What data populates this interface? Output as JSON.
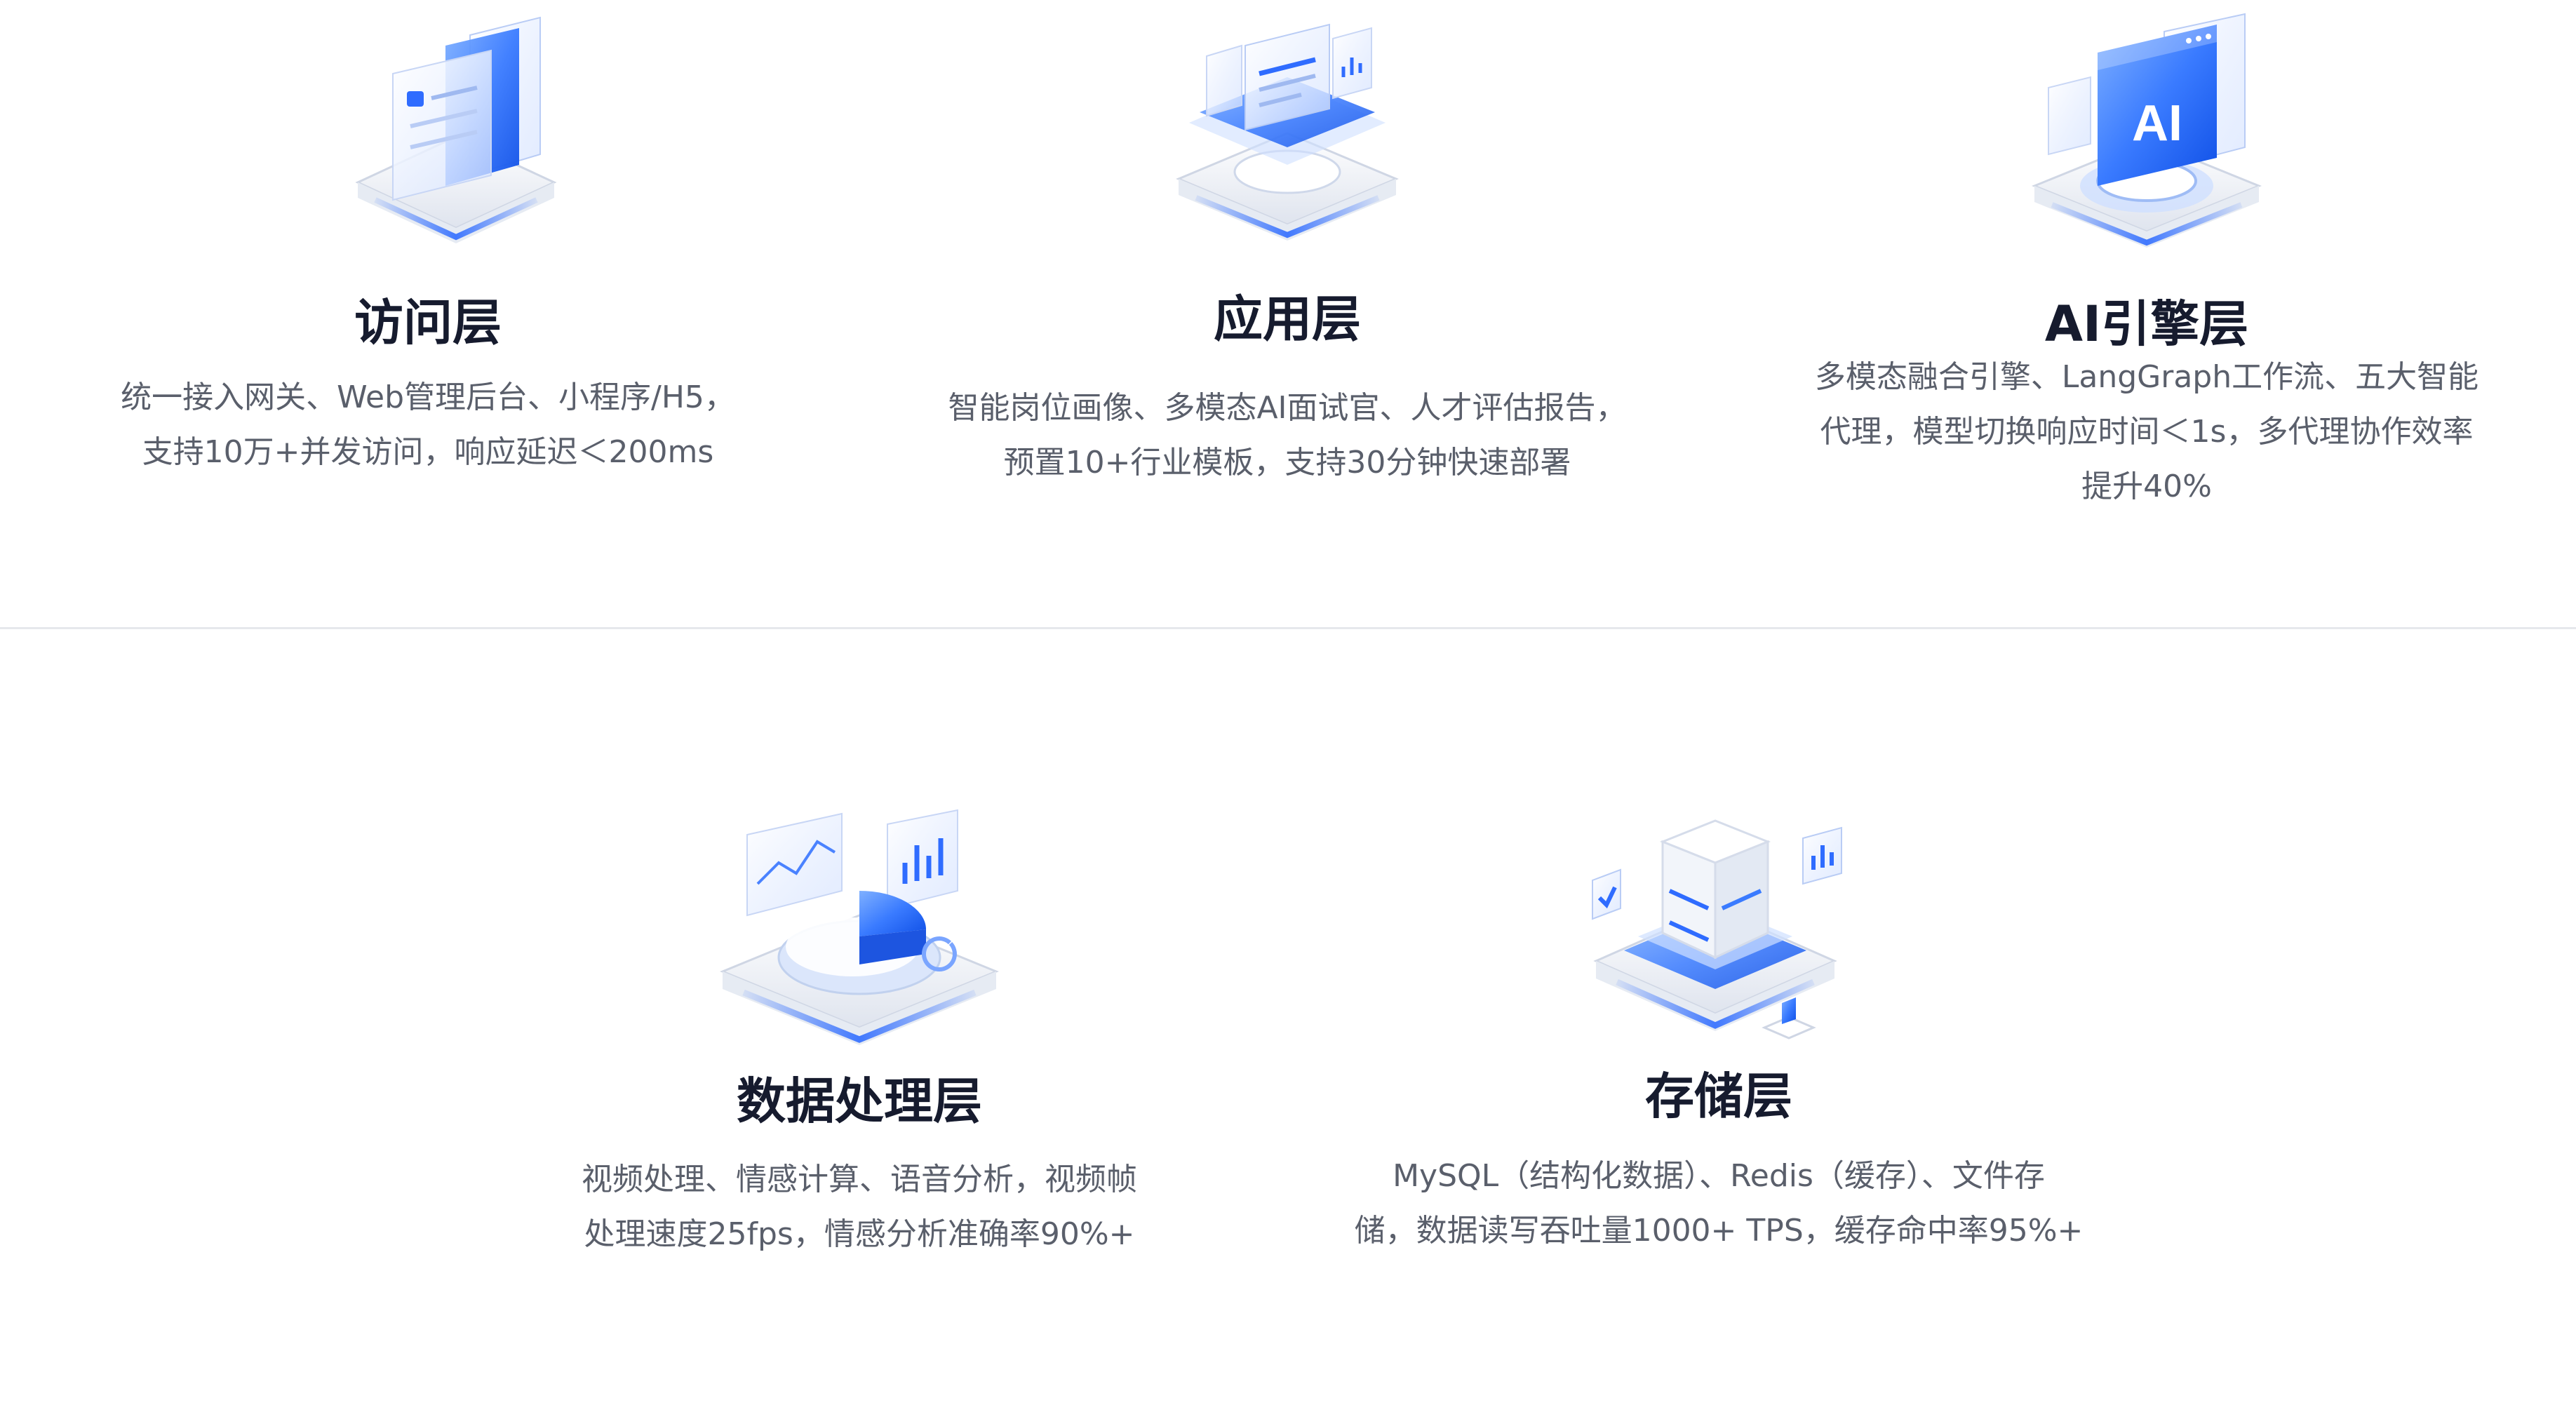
{
  "layers": [
    {
      "title": "访问层",
      "desc_lines": [
        "统一接入网关、Web管理后台、小程序/H5，",
        "支持10万+并发访问，响应延迟＜200ms"
      ],
      "icon": "layered-screens-icon"
    },
    {
      "title": "应用层",
      "desc_lines": [
        "智能岗位画像、多模态AI面试官、人才评估报告，",
        "预置10+行业模板，支持30分钟快速部署"
      ],
      "icon": "app-cards-icon"
    },
    {
      "title": "AI引擎层",
      "desc_lines": [
        "多模态融合引擎、LangGraph工作流、五大智能",
        "代理，模型切换响应时间＜1s，多代理协作效率",
        "提升40%"
      ],
      "icon": "ai-chip-icon",
      "icon_text": "AI"
    },
    {
      "title": "数据处理层",
      "desc_lines": [
        "视频处理、情感计算、语音分析，视频帧",
        "处理速度25fps，情感分析准确率90%+"
      ],
      "icon": "pie-chart-analytics-icon"
    },
    {
      "title": "存储层",
      "desc_lines": [
        "MySQL（结构化数据）、Redis（缓存）、文件存",
        "储，数据读写吞吐量1000+ TPS，缓存命中率95%+"
      ],
      "icon": "server-storage-icon"
    }
  ],
  "colors": {
    "title": "#161b2e",
    "text": "#5a5f6b",
    "accent": "#1f6bff",
    "divider": "#e6e8ec"
  }
}
